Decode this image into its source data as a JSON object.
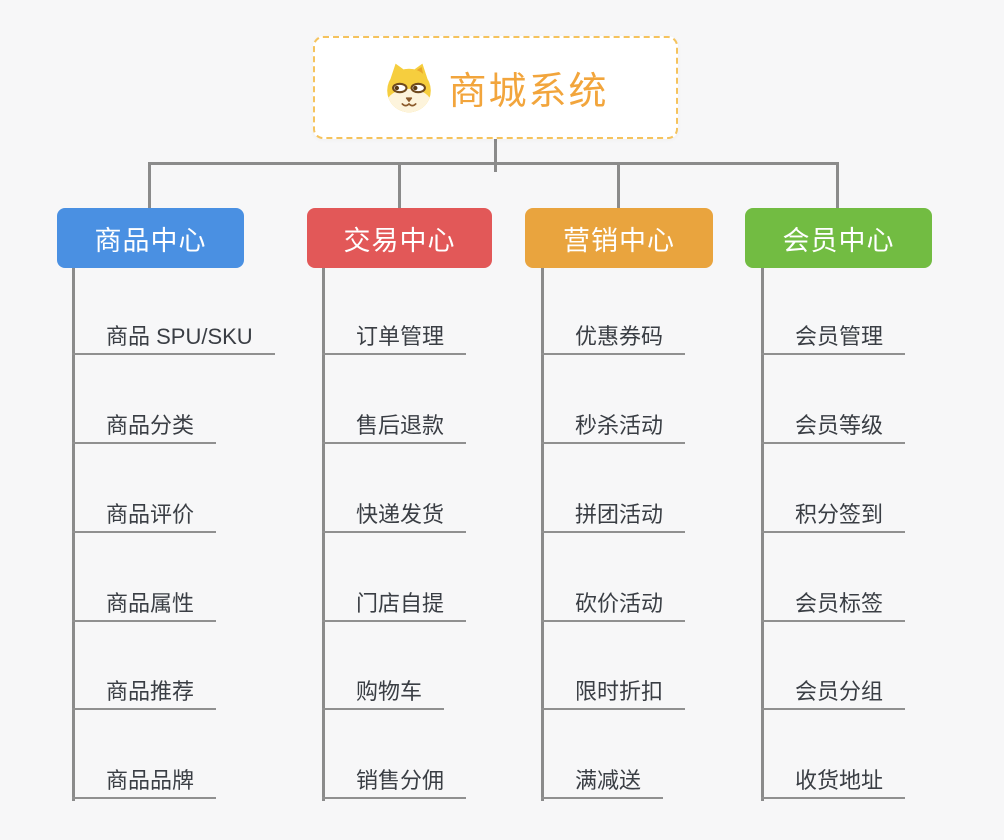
{
  "page": {
    "background": "#F7F7F8",
    "connector_color": "#8B8B8B"
  },
  "root": {
    "title": "商城系统",
    "icon": "shiba-dog-icon",
    "title_color": "#F2A53C",
    "border_color": "#F5C35D"
  },
  "branches": [
    {
      "label": "商品中心",
      "color": "#4A90E2",
      "items": [
        "商品 SPU/SKU",
        "商品分类",
        "商品评价",
        "商品属性",
        "商品推荐",
        "商品品牌"
      ]
    },
    {
      "label": "交易中心",
      "color": "#E25858",
      "items": [
        "订单管理",
        "售后退款",
        "快递发货",
        "门店自提",
        "购物车",
        "销售分佣"
      ]
    },
    {
      "label": "营销中心",
      "color": "#E9A43E",
      "items": [
        "优惠券码",
        "秒杀活动",
        "拼团活动",
        "砍价活动",
        "限时折扣",
        "满减送"
      ]
    },
    {
      "label": "会员中心",
      "color": "#72BC42",
      "items": [
        "会员管理",
        "会员等级",
        "积分签到",
        "会员标签",
        "会员分组",
        "收货地址"
      ]
    }
  ]
}
